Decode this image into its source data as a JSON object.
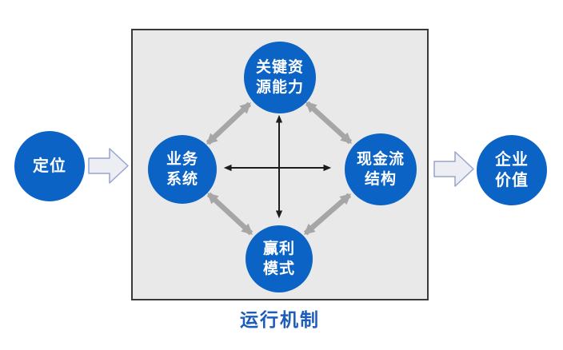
{
  "diagram": {
    "caption": "运行机制",
    "nodes": {
      "positioning": {
        "label": "定位"
      },
      "key_resources": {
        "line1": "关键资",
        "line2": "源能力"
      },
      "business_system": {
        "line1": "业务",
        "line2": "系统"
      },
      "cash_flow": {
        "line1": "现金流",
        "line2": "结构"
      },
      "profit_model": {
        "line1": "赢利",
        "line2": "模式"
      },
      "enterprise_value": {
        "line1": "企业",
        "line2": "价值"
      }
    }
  },
  "colors": {
    "background": "#ffffff",
    "circle_blue": "#0b63c6",
    "circle_text": "#ffffff",
    "box_fill": "#e9e9e9",
    "box_border": "#3a3a3a",
    "gray_arrow": "#a6a6a6",
    "black_arrow": "#1c1c1c",
    "block_fill": "#eceef4",
    "block_stroke": "#98a4cc",
    "caption_text": "#1d5cb8"
  }
}
